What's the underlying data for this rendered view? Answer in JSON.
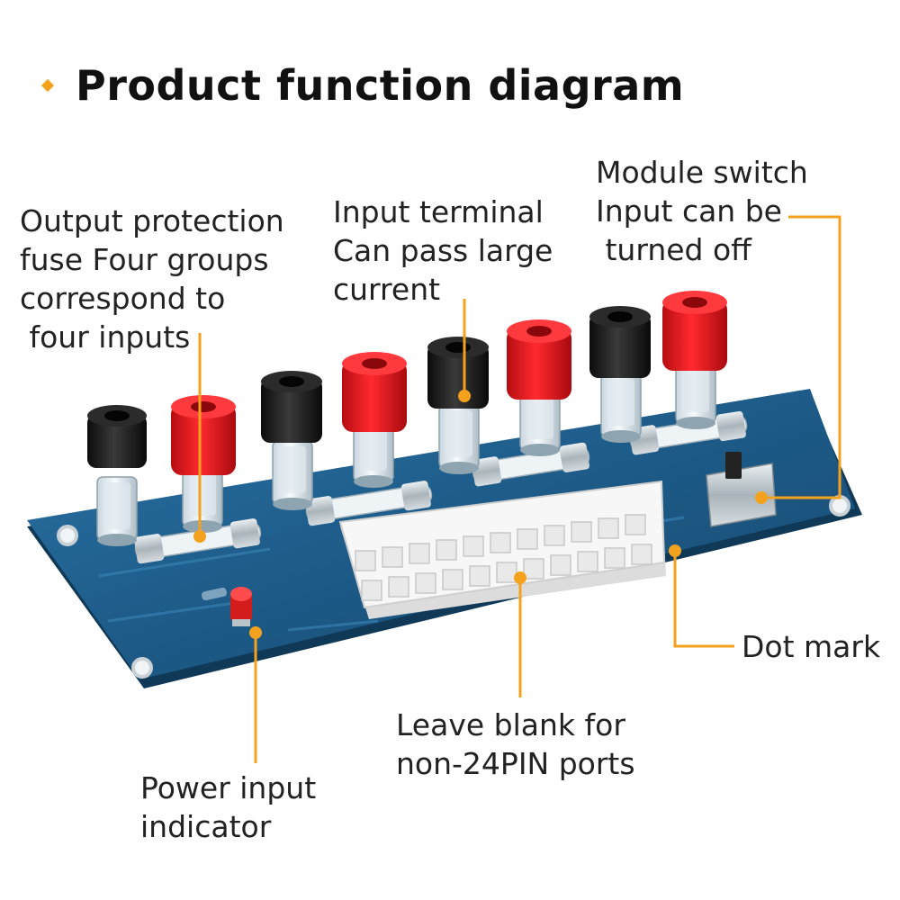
{
  "title": "Product function diagram",
  "colors": {
    "accent": "#f4a21d",
    "pcb": "#1f5f8d",
    "terminal_black": "#1b1b1b",
    "terminal_red": "#e8131b",
    "connector": "#f4f4f4"
  },
  "callouts": {
    "fuse": {
      "lines": [
        "Output protection",
        "fuse Four groups",
        "correspond to",
        " four inputs"
      ]
    },
    "input_terminal": {
      "lines": [
        "Input terminal",
        "Can pass large",
        "current"
      ]
    },
    "module_switch": {
      "lines": [
        "Module switch",
        "Input can be",
        " turned off"
      ]
    },
    "dot_mark": {
      "lines": [
        "Dot mark"
      ]
    },
    "leave_blank": {
      "lines": [
        "Leave blank for",
        "non-24PIN ports"
      ]
    },
    "power_indicator": {
      "lines": [
        "Power input",
        "indicator"
      ]
    }
  }
}
